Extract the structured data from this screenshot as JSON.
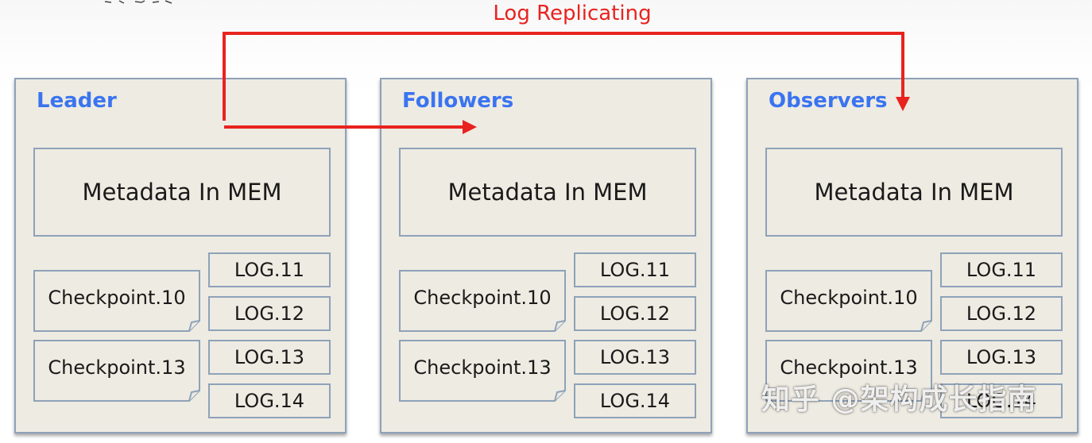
{
  "replication": {
    "label": "Log Replicating",
    "color": "#e8231f"
  },
  "colors": {
    "title": "#3a74f0",
    "panel_fill": "#eeebe2",
    "border": "#8ea2b9"
  },
  "panels": [
    {
      "title": "Leader",
      "memory": "Metadata In MEM",
      "checkpoints": [
        "Checkpoint.10",
        "Checkpoint.13"
      ],
      "logs": [
        "LOG.11",
        "LOG.12",
        "LOG.13",
        "LOG.14"
      ]
    },
    {
      "title": "Followers",
      "memory": "Metadata In MEM",
      "checkpoints": [
        "Checkpoint.10",
        "Checkpoint.13"
      ],
      "logs": [
        "LOG.11",
        "LOG.12",
        "LOG.13",
        "LOG.14"
      ]
    },
    {
      "title": "Observers",
      "memory": "Metadata In MEM",
      "checkpoints": [
        "Checkpoint.10",
        "Checkpoint.13"
      ],
      "logs": [
        "LOG.11",
        "LOG.12",
        "LOG.13",
        "LOG.14"
      ]
    }
  ],
  "watermark": "知乎 @架构成长指南"
}
